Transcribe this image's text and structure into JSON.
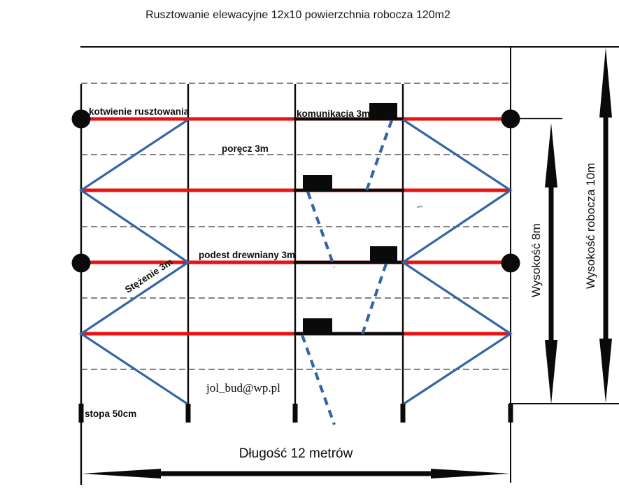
{
  "title": "Rusztowanie elewacyjne 12x10 powierzchnia robocza 120m2",
  "labels": {
    "anchor": "kotwienie rusztowania",
    "access": "komunikacja 3m",
    "guardrail": "poręcz 3m",
    "platform": "podest drewniany 3m",
    "bracing": "Stężenie 3m",
    "base": "stopa 50cm",
    "email": "jol_bud@wp.pl"
  },
  "dimensions": {
    "height": "Wysokość 8m",
    "height_working": "Wysokość robocza 10m",
    "length": "Długość 12 metrów"
  },
  "colors": {
    "platform_red": "#e81212",
    "bracing_blue": "#3465a4",
    "line_black": "#0a0a0a"
  }
}
